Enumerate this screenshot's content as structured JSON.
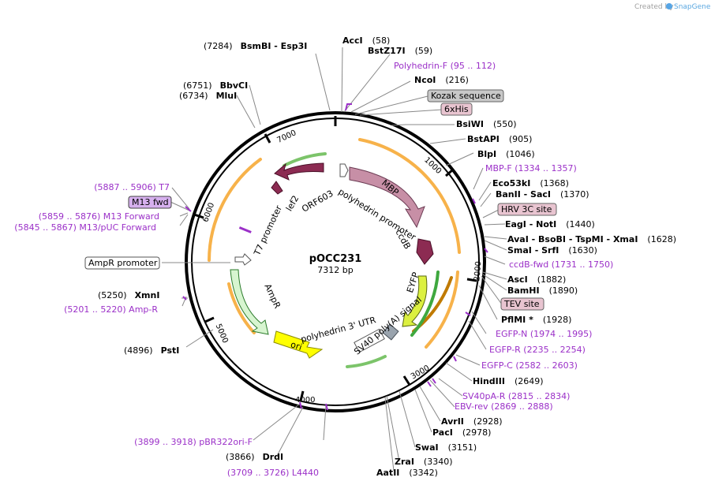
{
  "credit": {
    "created_by": "Created by",
    "brand": "SnapGene"
  },
  "plasmid": {
    "name": "pOCC231",
    "size": "7312 bp"
  },
  "ticks": [
    "1000",
    "2000",
    "3000",
    "4000",
    "5000",
    "6000",
    "7000"
  ],
  "features": {
    "mbp": "MBP",
    "polyhedrin_promoter": "polyhedrin promoter",
    "ccdb": "ccdB",
    "eyfp": "EYFP",
    "sv40_polya": "SV40 poly(A) signal",
    "polyhedrin_utr": "polyhedrin 3' UTR",
    "ori": "ori",
    "ampr": "AmpR",
    "t7_promoter": "T7 promoter",
    "lef2": "lef2",
    "orf603": "ORF603"
  },
  "boxed": {
    "kozak": "Kozak sequence",
    "his": "6xHis",
    "hrv": "HRV 3C site",
    "tev": "TEV site",
    "m13": "M13 fwd",
    "ampr_promoter": "AmpR promoter"
  },
  "primers": {
    "polyhedrin_f": "Polyhedrin-F   (95 .. 112)",
    "mbp_f": "MBP-F   (1334 .. 1357)",
    "ccdb_fwd": "ccdB-fwd   (1731 .. 1750)",
    "egfp_n": "EGFP-N   (1974 .. 1995)",
    "egfp_r": "EGFP-R   (2235 .. 2254)",
    "egfp_c": "EGFP-C   (2582 .. 2603)",
    "sv40pa_r": "SV40pA-R   (2815 .. 2834)",
    "ebv_rev": "EBV-rev   (2869 .. 2888)",
    "t7": "(5887 .. 5906)  T7",
    "m13_forward": "(5859 .. 5876)  M13 Forward",
    "m13_puc": "(5845 .. 5867)  M13/pUC Forward",
    "amp_r": "(5201 .. 5220)  Amp-R",
    "pbr322": "(3899 .. 3918)  pBR322ori-F",
    "l4440": "(3709 .. 3726)  L4440"
  },
  "right_sites": [
    {
      "enzyme": "AccI",
      "pos": "(58)"
    },
    {
      "enzyme": "BstZ17I",
      "pos": "(59)"
    },
    {
      "enzyme": "NcoI",
      "pos": "(216)"
    },
    {
      "enzyme": "BsiWI",
      "pos": "(550)"
    },
    {
      "enzyme": "BstAPI",
      "pos": "(905)"
    },
    {
      "enzyme": "BlpI",
      "pos": "(1046)"
    },
    {
      "enzyme": "Eco53kI",
      "pos": "(1368)"
    },
    {
      "enzyme": "BanII  -  SacI",
      "pos": "(1370)"
    },
    {
      "enzyme": "EagI  -  NotI",
      "pos": "(1440)"
    },
    {
      "enzyme": "AvaI  -  BsoBI  -  TspMI  -  XmaI",
      "pos": "(1628)"
    },
    {
      "enzyme": "SmaI  -  SrfI",
      "pos": "(1630)"
    },
    {
      "enzyme": "AscI",
      "pos": "(1882)"
    },
    {
      "enzyme": "BamHI",
      "pos": "(1890)"
    },
    {
      "enzyme": "PflMI *",
      "pos": "(1928)"
    },
    {
      "enzyme": "HindIII",
      "pos": "(2649)"
    },
    {
      "enzyme": "AvrII",
      "pos": "(2928)"
    },
    {
      "enzyme": "PacI",
      "pos": "(2978)"
    },
    {
      "enzyme": "SwaI",
      "pos": "(3151)"
    },
    {
      "enzyme": "ZraI",
      "pos": "(3340)"
    },
    {
      "enzyme": "AatII",
      "pos": "(3342)"
    }
  ],
  "left_sites": [
    {
      "pos": "(7284)",
      "enzyme": "BsmBI  -  Esp3I"
    },
    {
      "pos": "(6751)",
      "enzyme": "BbvCI"
    },
    {
      "pos": "(6734)",
      "enzyme": "MluI"
    },
    {
      "pos": "(5250)",
      "enzyme": "XmnI"
    },
    {
      "pos": "(4896)",
      "enzyme": "PstI"
    },
    {
      "pos": "(3866)",
      "enzyme": "DrdI"
    }
  ]
}
